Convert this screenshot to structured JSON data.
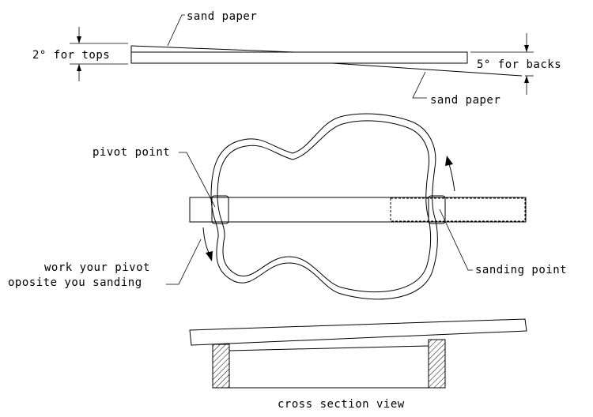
{
  "labels": {
    "sand_paper_top": "sand paper",
    "two_deg_tops": "2° for tops",
    "five_deg_backs": "5° for backs",
    "sand_paper_bottom": "sand paper",
    "pivot_point": "pivot point",
    "work_pivot_line1": "work your pivot",
    "work_pivot_line2": "oposite you sanding",
    "sanding_point": "sanding point",
    "cross_section": "cross section view"
  },
  "colors": {
    "ink": "#000000",
    "background": "#ffffff"
  }
}
